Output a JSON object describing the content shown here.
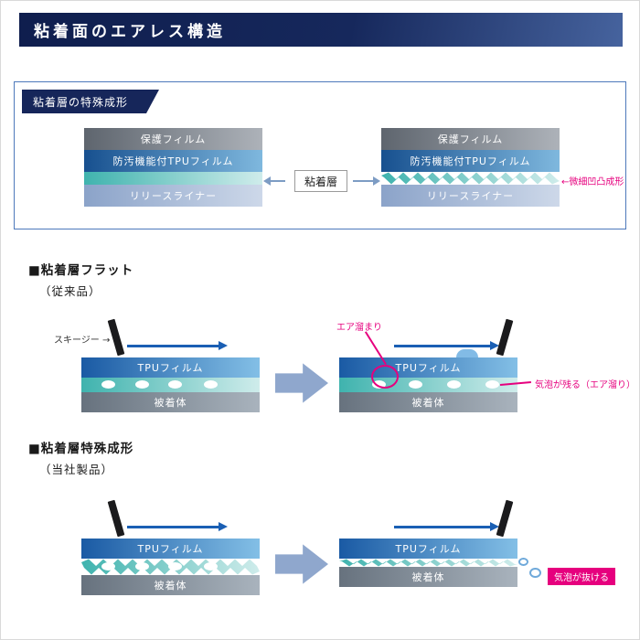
{
  "header": {
    "title": "粘着面のエアレス構造"
  },
  "forming_box": {
    "tag": "粘着層の特殊成形",
    "layers": {
      "protect": "保護フィルム",
      "tpu": "防汚機能付TPUフィルム",
      "release": "リリースライナー"
    },
    "adhesive_label": "粘着層",
    "micro_annotation": "微細凹凸成形"
  },
  "icons": {
    "left_arrow": "←"
  },
  "section_flat": {
    "heading": "■粘着層フラット",
    "subheading": "（従来品）",
    "squeegee_label": "スキージー →",
    "tpu_label": "TPUフィルム",
    "substrate_label": "被着体",
    "air_pocket_label": "エア溜まり",
    "bubble_remains_label": "気泡が残る（エア溜り）"
  },
  "section_special": {
    "heading": "■粘着層特殊成形",
    "subheading": "（当社製品）",
    "tpu_label": "TPUフィルム",
    "substrate_label": "被着体",
    "bubble_escape_label": "気泡が抜ける"
  },
  "colors": {
    "navy": "#16265a",
    "box_border": "#4d79bb",
    "magenta": "#e6007e",
    "arrow_blue": "#1a5fb4",
    "block_arrow": "#8fa7cd"
  }
}
